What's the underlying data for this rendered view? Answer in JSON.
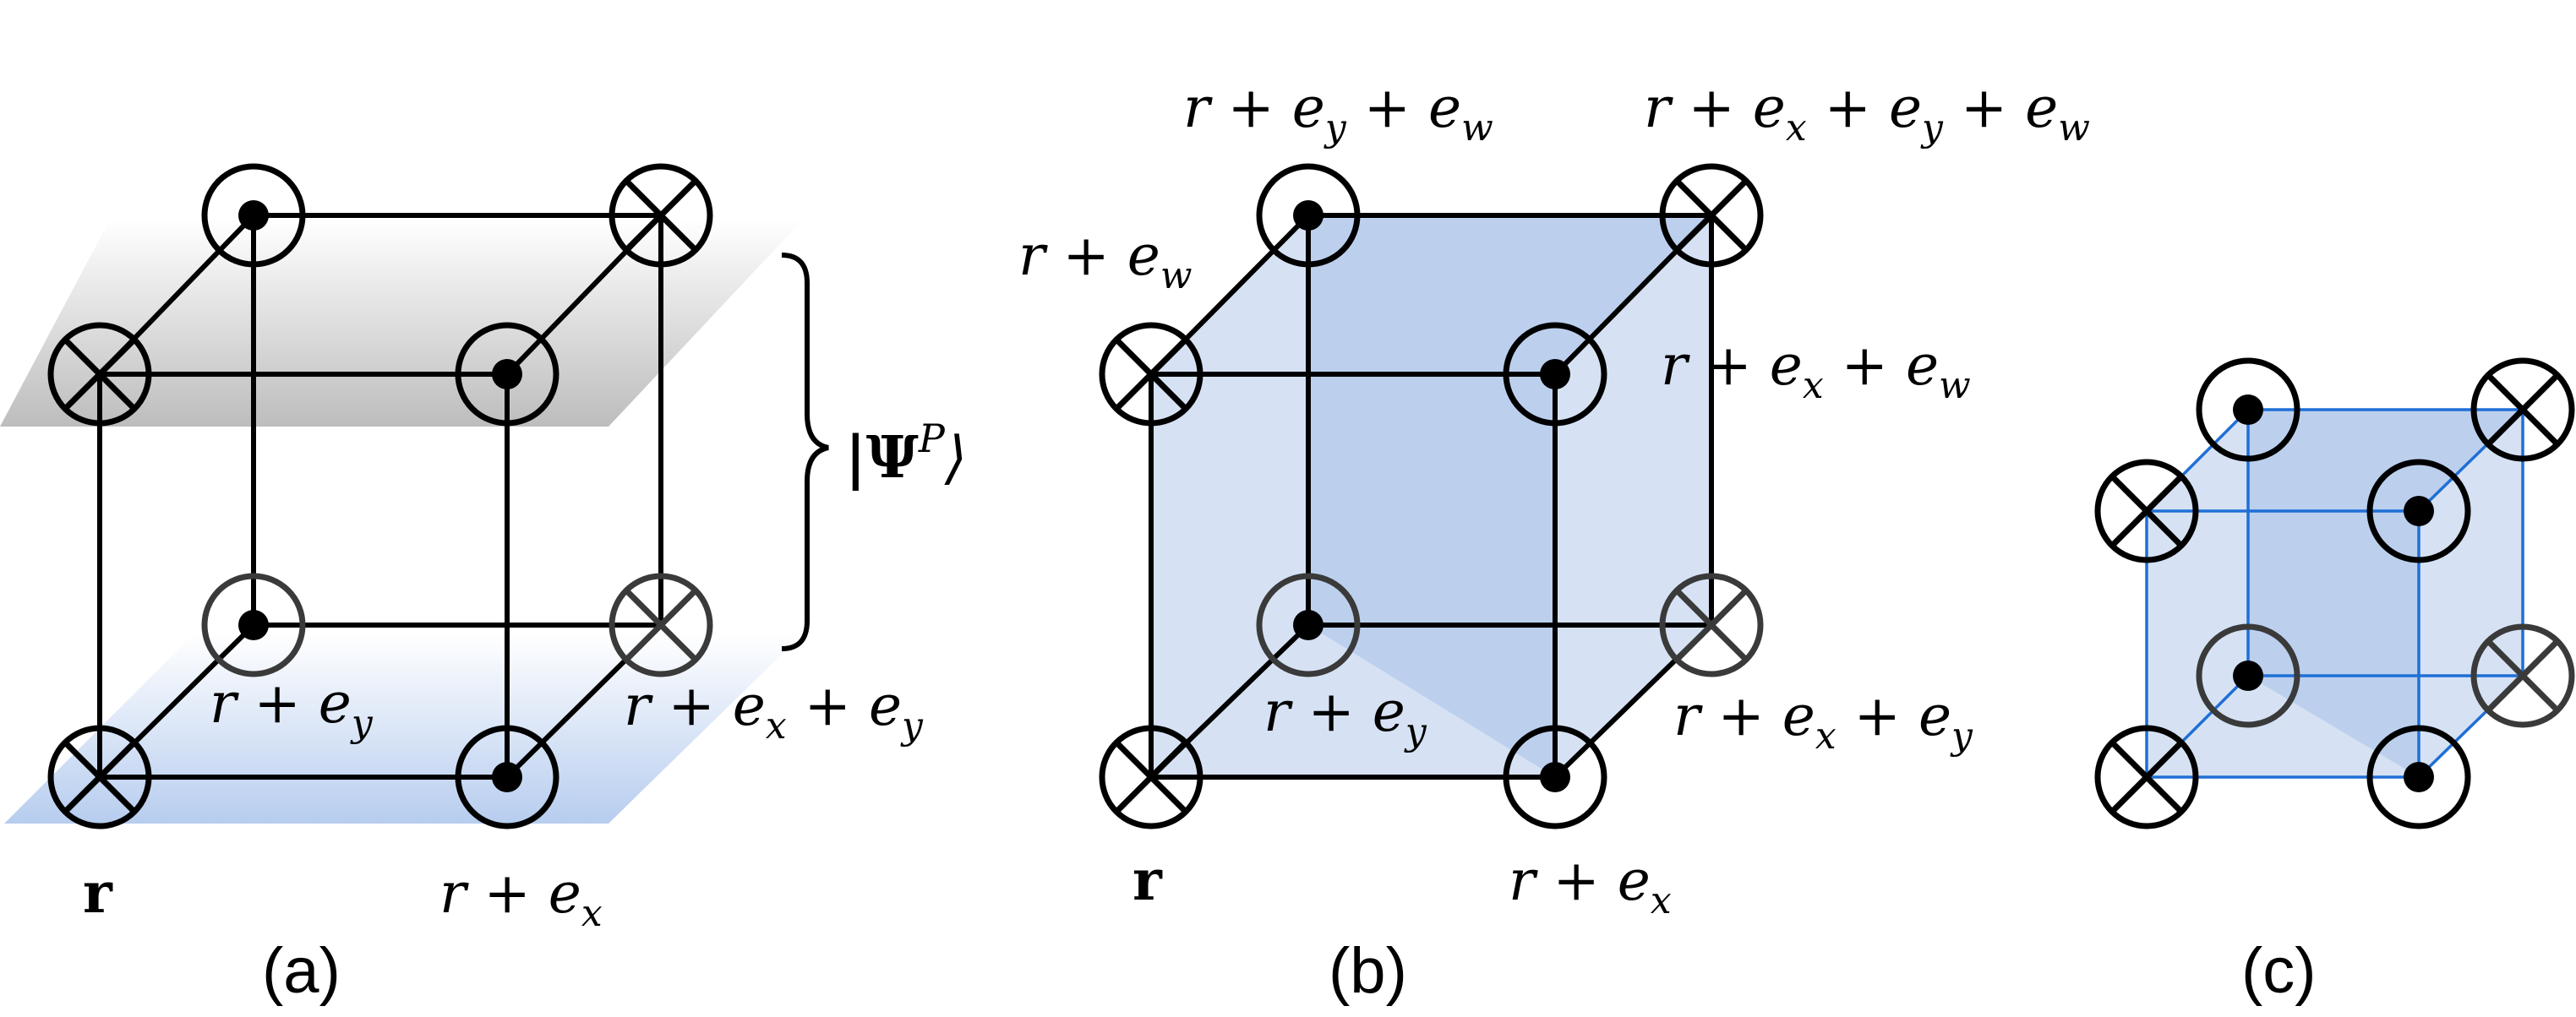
{
  "panels": [
    {
      "label": "(a)"
    },
    {
      "label": "(b)"
    },
    {
      "label": "(c)"
    }
  ],
  "panel_a": {
    "site_labels": {
      "r": "r",
      "r_ex": "r + e",
      "r_ex_sub": "x",
      "r_ey": "r + e",
      "r_ey_sub": "y",
      "r_ex_ey_1": "r + e",
      "r_ex_ey_sub1": "x",
      "r_ex_ey_2": " + e",
      "r_ex_ey_sub2": "y"
    },
    "state_label": "|Ψ",
    "state_label_sup": "P",
    "state_label_close": "⟩"
  },
  "panel_b": {
    "site_labels": {
      "r": "r",
      "r_ex": "r + e",
      "r_ex_sub": "x",
      "r_ey": "r + e",
      "r_ey_sub": "y",
      "r_ex_ey_1": "r + e",
      "r_ex_ey_sub1": "x",
      "r_ex_ey_2": " + e",
      "r_ex_ey_sub2": "y",
      "r_ew": "r + e",
      "r_ew_sub": "w",
      "r_ex_ew_1": "r + e",
      "r_ex_ew_sub1": "x",
      "r_ex_ew_2": " + e",
      "r_ex_ew_sub2": "w",
      "r_ey_ew_1": "r + e",
      "r_ey_ew_sub1": "y",
      "r_ey_ew_2": " + e",
      "r_ey_ew_sub2": "w",
      "r_ex_ey_ew_1": "r + e",
      "r_ex_ey_ew_sub1": "x",
      "r_ex_ey_ew_2": " + e",
      "r_ex_ey_ew_sub2": "y",
      "r_ex_ey_ew_3": " + e",
      "r_ex_ey_ew_sub3": "w"
    }
  },
  "colors": {
    "face_blue": "#bcd0ee",
    "face_blue_light": "#d6e2f4",
    "plane_gray": "#c8c8c8",
    "plane_blue": "#c3d6f2",
    "edge_blue": "#1f6fd6"
  },
  "icons": [
    "circle-dot-icon",
    "circle-cross-icon",
    "curly-brace-icon"
  ]
}
